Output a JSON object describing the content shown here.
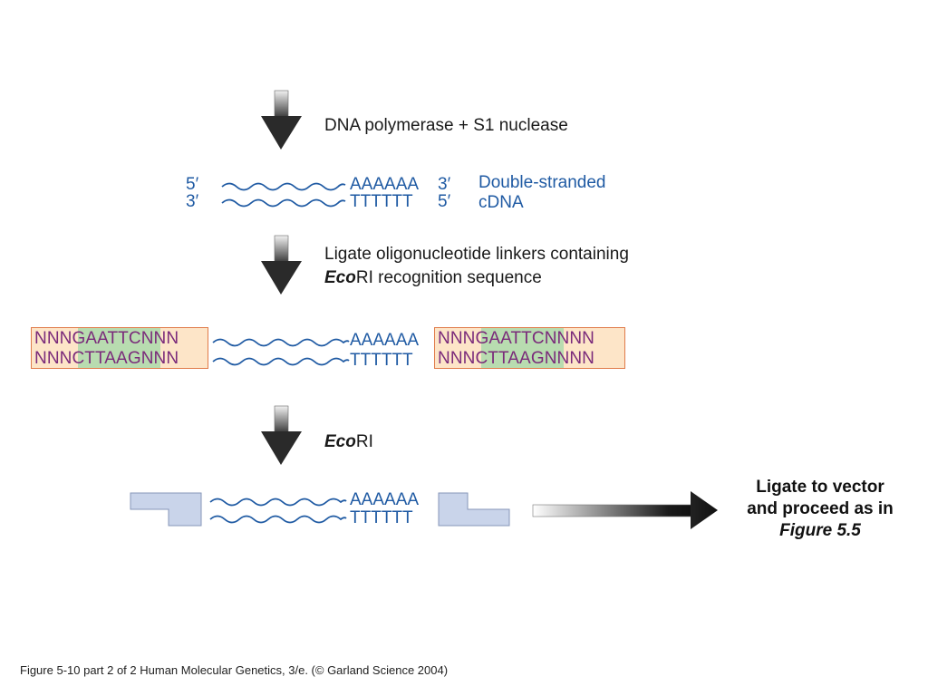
{
  "steps": {
    "step1": {
      "label": "DNA polymerase + S1 nuclease"
    },
    "step2": {
      "label_line1": "Ligate oligonucleotide linkers containing",
      "label_line2_italic": "Eco",
      "label_line2_rest": "RI recognition sequence"
    },
    "step3": {
      "label_italic": "Eco",
      "label_rest": "RI"
    }
  },
  "ds_cdna": {
    "top_5prime": "5′",
    "top_seq": "AAAAAA",
    "top_3prime": "3′",
    "bottom_3prime": "3′",
    "bottom_seq": "TTTTTT",
    "bottom_5prime": "5′",
    "description_line1": "Double-stranded",
    "description_line2": "cDNA"
  },
  "linked": {
    "left_top": "NNNGAATTCNNN",
    "left_bottom": "NNNCTTAAGNNN",
    "center_top": "AAAAAA",
    "center_bottom": "TTTTTT",
    "right_top": "NNNGAATTCNNNN",
    "right_bottom": "NNNCTTAAGNNNN"
  },
  "digested": {
    "top_seq": "AAAAAA",
    "bottom_seq": "TTTTTT"
  },
  "result": {
    "line1": "Ligate to vector",
    "line2": "and proceed as in",
    "line3": "Figure 5.5"
  },
  "caption": "Figure 5-10 part 2 of 2  Human Molecular Genetics, 3/e.  (© Garland Science 2004)",
  "colors": {
    "strand_blue": "#1f5aa3",
    "sequence_purple": "#7a2a7a",
    "linker_fill": "#fde5c8",
    "linker_border": "#e07b4a",
    "recognition_green": "#b8dcb0",
    "sticky_end_fill": "#c9d4ea"
  }
}
